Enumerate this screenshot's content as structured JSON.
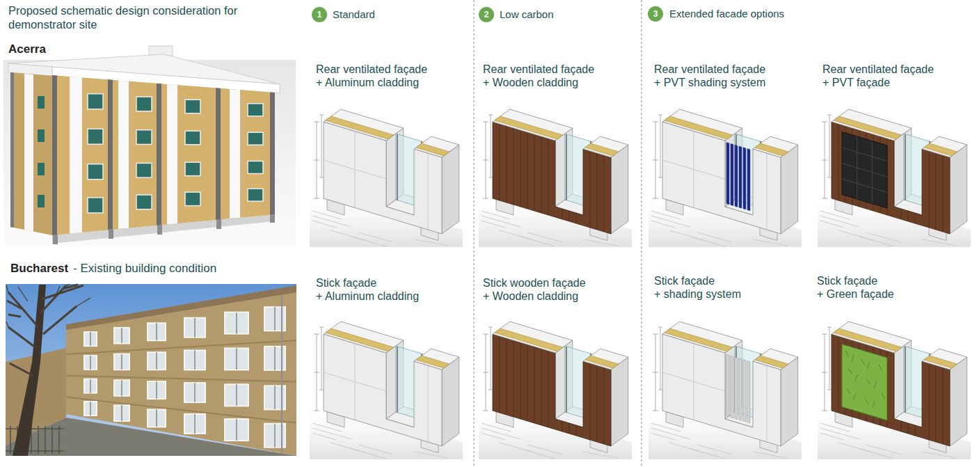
{
  "diagram": {
    "title": "Proposed schematic design consideration for demonstrator site",
    "nodes": [
      {
        "text": [
          "1"
        ]
      },
      {
        "text": [
          "2"
        ]
      },
      {
        "text": [
          "3"
        ]
      }
    ],
    "labels": [
      "Standard",
      "Low carbon",
      "Extended facade options",
      "Acerra",
      "Rear ventilated façade + Aluminum cladding",
      "Rear ventilated façade + Wooden cladding",
      "Rear ventilated façade + PVT shading system",
      "Rear ventilated façade + PVT façade",
      "Bucharest",
      "- Existing building condition",
      "Stick façade + Aluminum cladding",
      "Stick wooden façade + Wooden cladding",
      "Stick façade + shading system",
      "Stick façade + Green façade"
    ]
  }
}
